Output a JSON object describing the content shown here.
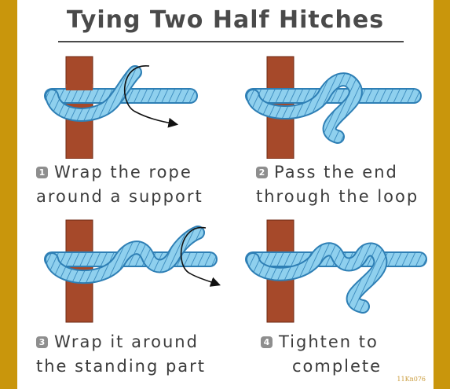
{
  "title": "Tying Two Half Hitches",
  "steps": [
    {
      "num": "1",
      "line1": "Wrap the rope",
      "line2": "around a support"
    },
    {
      "num": "2",
      "line1": "Pass the end",
      "line2": "through the loop"
    },
    {
      "num": "3",
      "line1": "Wrap it around",
      "line2": "the standing part"
    },
    {
      "num": "4",
      "line1": "Tighten to",
      "line2": "complete"
    }
  ],
  "credit": "11Kn076",
  "colors": {
    "background": "#c9960c",
    "panel": "#ffffff",
    "post": "#a6492a",
    "rope": "#8fd0ee",
    "rope_outline": "#2e7fb5",
    "text": "#3c3c3c"
  }
}
